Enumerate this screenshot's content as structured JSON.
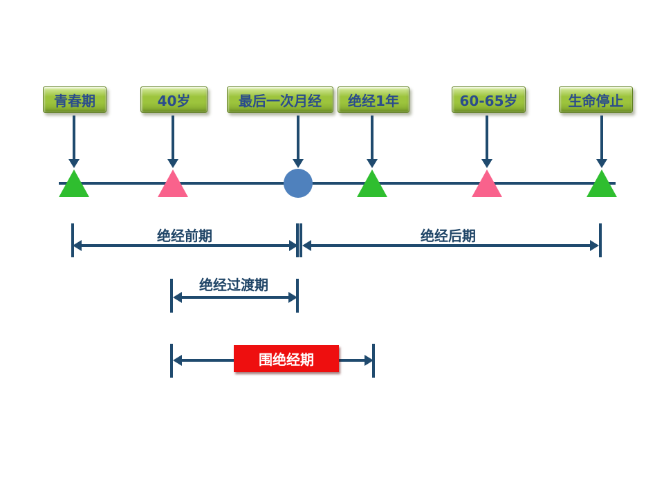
{
  "diagram": {
    "type": "timeline",
    "milestones": [
      {
        "label": "青春期",
        "marker": "triangle",
        "color": "#2FBE2F"
      },
      {
        "label": "40岁",
        "marker": "triangle",
        "color": "#F9628C"
      },
      {
        "label": "最后一次月经",
        "marker": "circle",
        "color": "#4F81BD"
      },
      {
        "label": "绝经1年",
        "marker": "triangle",
        "color": "#2FBE2F"
      },
      {
        "label": "60-65岁",
        "marker": "triangle",
        "color": "#F9628C"
      },
      {
        "label": "生命停止",
        "marker": "triangle",
        "color": "#2FBE2F"
      }
    ],
    "ranges": [
      {
        "label": "绝经前期",
        "from_milestone": 0,
        "to_milestone": 2
      },
      {
        "label": "绝经后期",
        "from_milestone": 2,
        "to_milestone": 5
      },
      {
        "label": "绝经过渡期",
        "from_milestone": 1,
        "to_milestone": 2
      },
      {
        "label": "围绝经期",
        "from_milestone": 1,
        "to_milestone": 3,
        "highlight_color": "#EE0F0F",
        "text_color": "#FFFFFF"
      }
    ]
  },
  "colors": {
    "background": "#FFFFFF",
    "line": "#1F4A6E",
    "box_text": "#2B4C8C",
    "range_label_text": "#1F4466",
    "box_fill": "#9DC43D",
    "box_fill_light": "#D8ECA4",
    "box_fill_dark": "#7FA62C",
    "box_border": "#5E7F1E"
  }
}
